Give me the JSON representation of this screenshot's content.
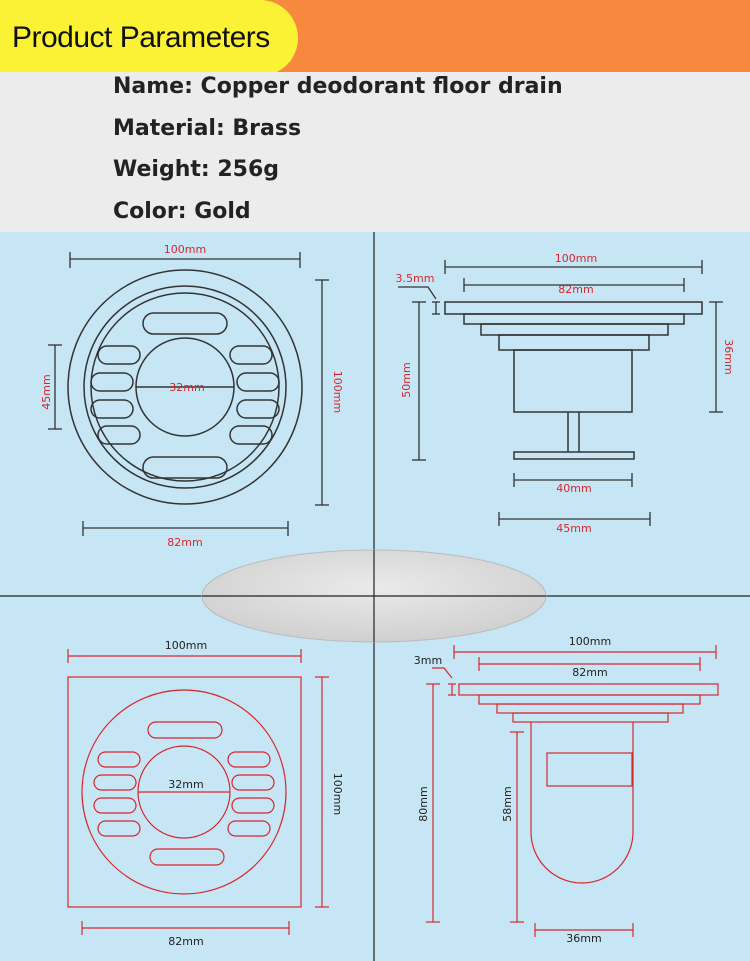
{
  "header": {
    "title": "Product Parameters"
  },
  "params": [
    "Name: Copper deodorant floor drain",
    "Material: Brass",
    "Weight: 256g",
    "Color: Gold"
  ],
  "colors": {
    "header_orange": "#f7893e",
    "title_yellow": "#fbf236",
    "params_gray": "#ececec",
    "diagram_blue": "#c7e6f5",
    "dimension_red": "#d8272c",
    "drawing_line": "#333333"
  },
  "diagrams": {
    "round_top": {
      "width": "100mm",
      "height": "100mm",
      "inner": "82mm",
      "side": "45mm",
      "center": "32mm"
    },
    "round_side": {
      "top": "100mm",
      "second": "82mm",
      "lip": "3.5mm",
      "right": "36mm",
      "left": "50mm",
      "base": "40mm",
      "bottom": "45mm"
    },
    "square_top": {
      "width": "100mm",
      "height": "100mm",
      "bottom": "82mm",
      "center": "32mm"
    },
    "square_side": {
      "top": "100mm",
      "second": "82mm",
      "lip": "3mm",
      "left": "80mm",
      "mid": "58mm",
      "bottom": "36mm"
    }
  }
}
